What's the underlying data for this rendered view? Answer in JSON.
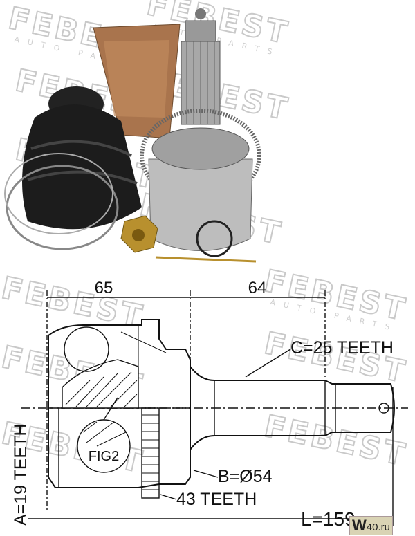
{
  "brand_watermark": "FEBEST",
  "brand_subtext": "AUTO PARTS",
  "dimensions": {
    "left_length": "65",
    "right_length": "64",
    "spline_c": "C=25 TEETH",
    "diameter_b": "B=Ø54",
    "abs_teeth": "43 TEETH",
    "inner_a": "A=19 TEETH",
    "total_length": "L=159",
    "figure_label": "FIG2"
  },
  "site_badge": {
    "main": "W",
    "rest": "40.ru"
  }
}
